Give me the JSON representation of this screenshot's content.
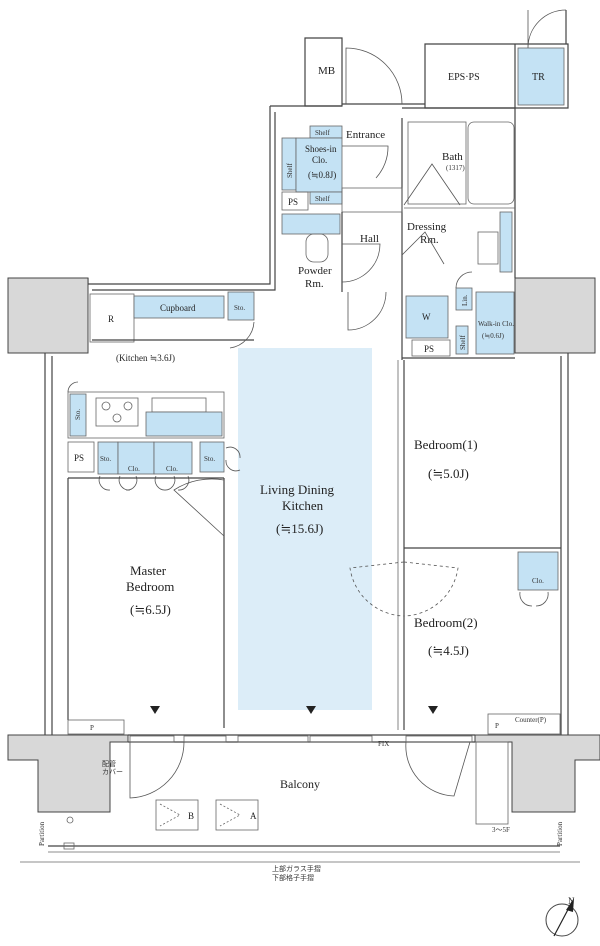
{
  "rooms": {
    "mb": "MB",
    "eps": "EPS·PS",
    "tr": "TR",
    "entrance": "Entrance",
    "shelf": "Shelf",
    "shoes_in_clo_1": "Shoes-in",
    "shoes_in_clo_2": "Clo.",
    "shoes_in_area": "(≒0.8J)",
    "bath": "Bath",
    "bath_size": "(1317)",
    "ps": "PS",
    "hall": "Hall",
    "dressing_1": "Dressing",
    "dressing_2": "Rm.",
    "powder_1": "Powder",
    "powder_2": "Rm.",
    "refrigerator": "R",
    "cupboard": "Cupboard",
    "sto": "Sto.",
    "kitchen": "(Kitchen ≒3.6J)",
    "washer": "W",
    "lin": "Lin.",
    "walkin_1": "Walk-in Clo.",
    "walkin_2": "(≒0.6J)",
    "clo": "Clo.",
    "ldk_1": "Living Dining",
    "ldk_2": "Kitchen",
    "ldk_area": "(≒15.6J)",
    "bedroom1": "Bedroom(1)",
    "bedroom1_area": "(≒5.0J)",
    "bedroom2": "Bedroom(2)",
    "bedroom2_area": "(≒4.5J)",
    "master_1": "Master",
    "master_2": "Bedroom",
    "master_area": "(≒6.5J)",
    "p": "P",
    "counter": "Counter(P)",
    "fix": "FIX",
    "pipe_cover_1": "配管",
    "pipe_cover_2": "カバー",
    "balcony": "Balcony",
    "unit_a": "A",
    "unit_b": "B",
    "partition": "Partition",
    "floor_note": "3～5F",
    "railing_1": "上部ガラス手摺",
    "railing_2": "下部格子手摺",
    "north": "N"
  },
  "colors": {
    "storage_fill": "#c4e2f4",
    "ldk_fill": "#dcedf8",
    "wall": "#444444"
  }
}
